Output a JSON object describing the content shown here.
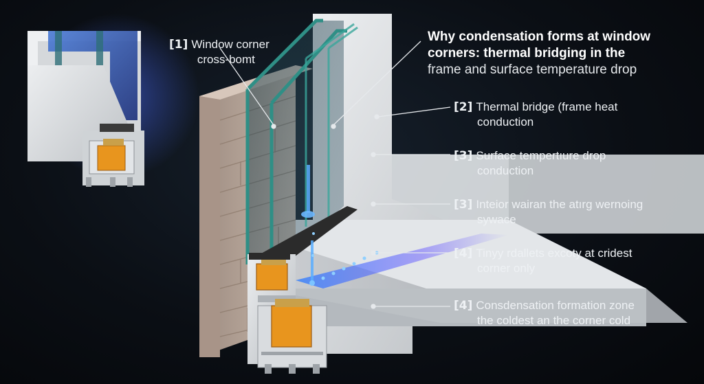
{
  "title": {
    "line1": "Why condensation forms at window",
    "line2": "corners: thermal bridging in the",
    "line3": "frame and surface temperature drop"
  },
  "labels": [
    {
      "num": "[1]",
      "line1": "Window corner",
      "line2": "cross-bomt"
    },
    {
      "num": "[2]",
      "line1": "Thermal bridge (frame heat",
      "line2": "conduction"
    },
    {
      "num": "[3]",
      "line1": "Surface tempertıure drop",
      "line2": "conduction"
    },
    {
      "num": "[3]",
      "line1": "Inteior wairan the atırg wernoing",
      "line2": "sywace"
    },
    {
      "num": "[4]",
      "line1": "Tinyy rdallets excoty at cridest",
      "line2": "corner only"
    },
    {
      "num": "[4]",
      "line1": "Consdensation formation zone",
      "line2": "the coldest an the corner cold"
    }
  ],
  "colors": {
    "background": "#0b0f15",
    "brick": "#b9a79b",
    "frame": "#d9dcdf",
    "glass": "#2f8f86",
    "spacer": "#e8951e",
    "condensation": "#3a8cff"
  }
}
